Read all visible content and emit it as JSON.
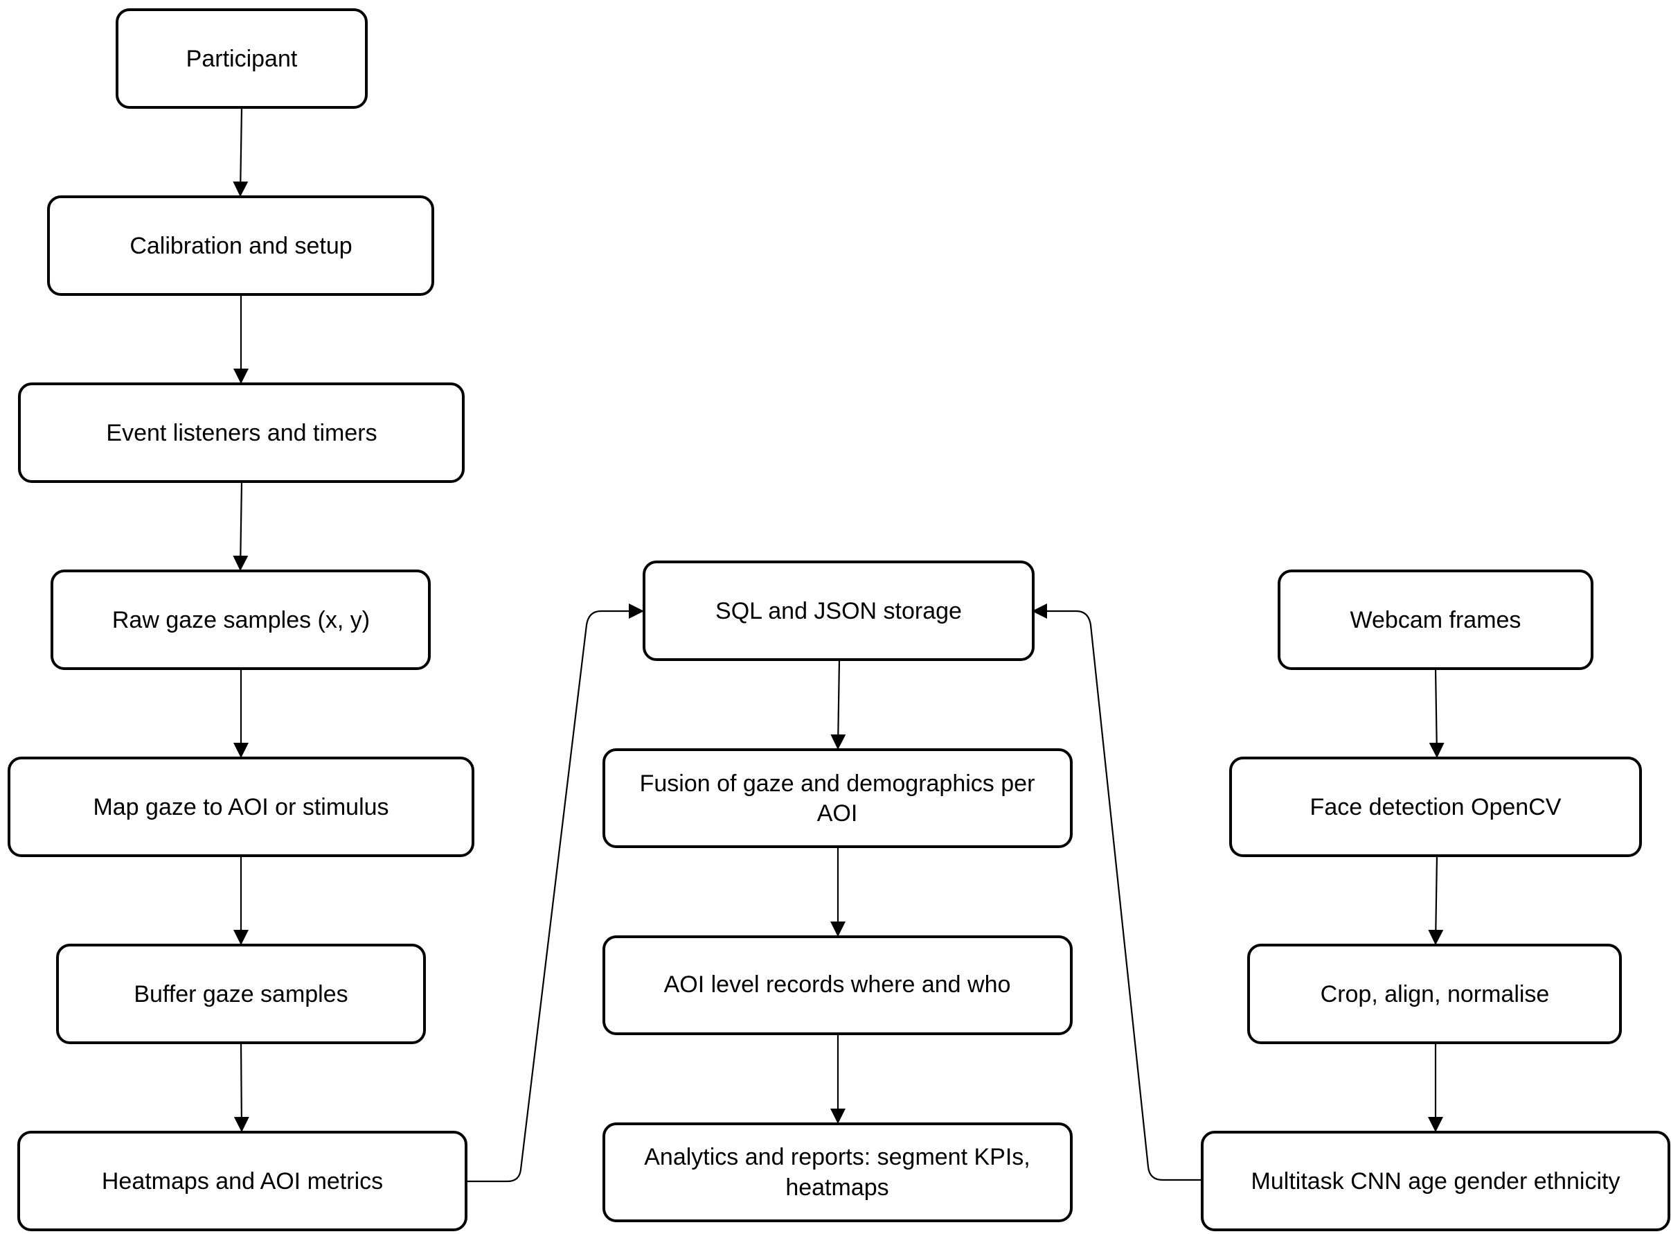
{
  "nodes": {
    "participant": "Participant",
    "calibration": "Calibration and setup",
    "event_listeners": "Event listeners and timers",
    "raw_gaze": "Raw gaze samples (x, y)",
    "map_gaze": "Map gaze to AOI or stimulus",
    "buffer_gaze": "Buffer gaze samples",
    "heatmaps": "Heatmaps and AOI metrics",
    "storage": "SQL and JSON storage",
    "fusion_line1": "Fusion of gaze and demographics per",
    "fusion_line2": "AOI",
    "aoi_records": "AOI level records where and who",
    "analytics_line1": "Analytics and reports: segment KPIs,",
    "analytics_line2": "heatmaps",
    "webcam": "Webcam frames",
    "face_detection": "Face detection OpenCV",
    "crop_align": "Crop, align, normalise",
    "cnn": "Multitask CNN age gender ethnicity"
  },
  "colors": {
    "stroke": "#000000",
    "fill": "#ffffff",
    "text": "#000000"
  }
}
